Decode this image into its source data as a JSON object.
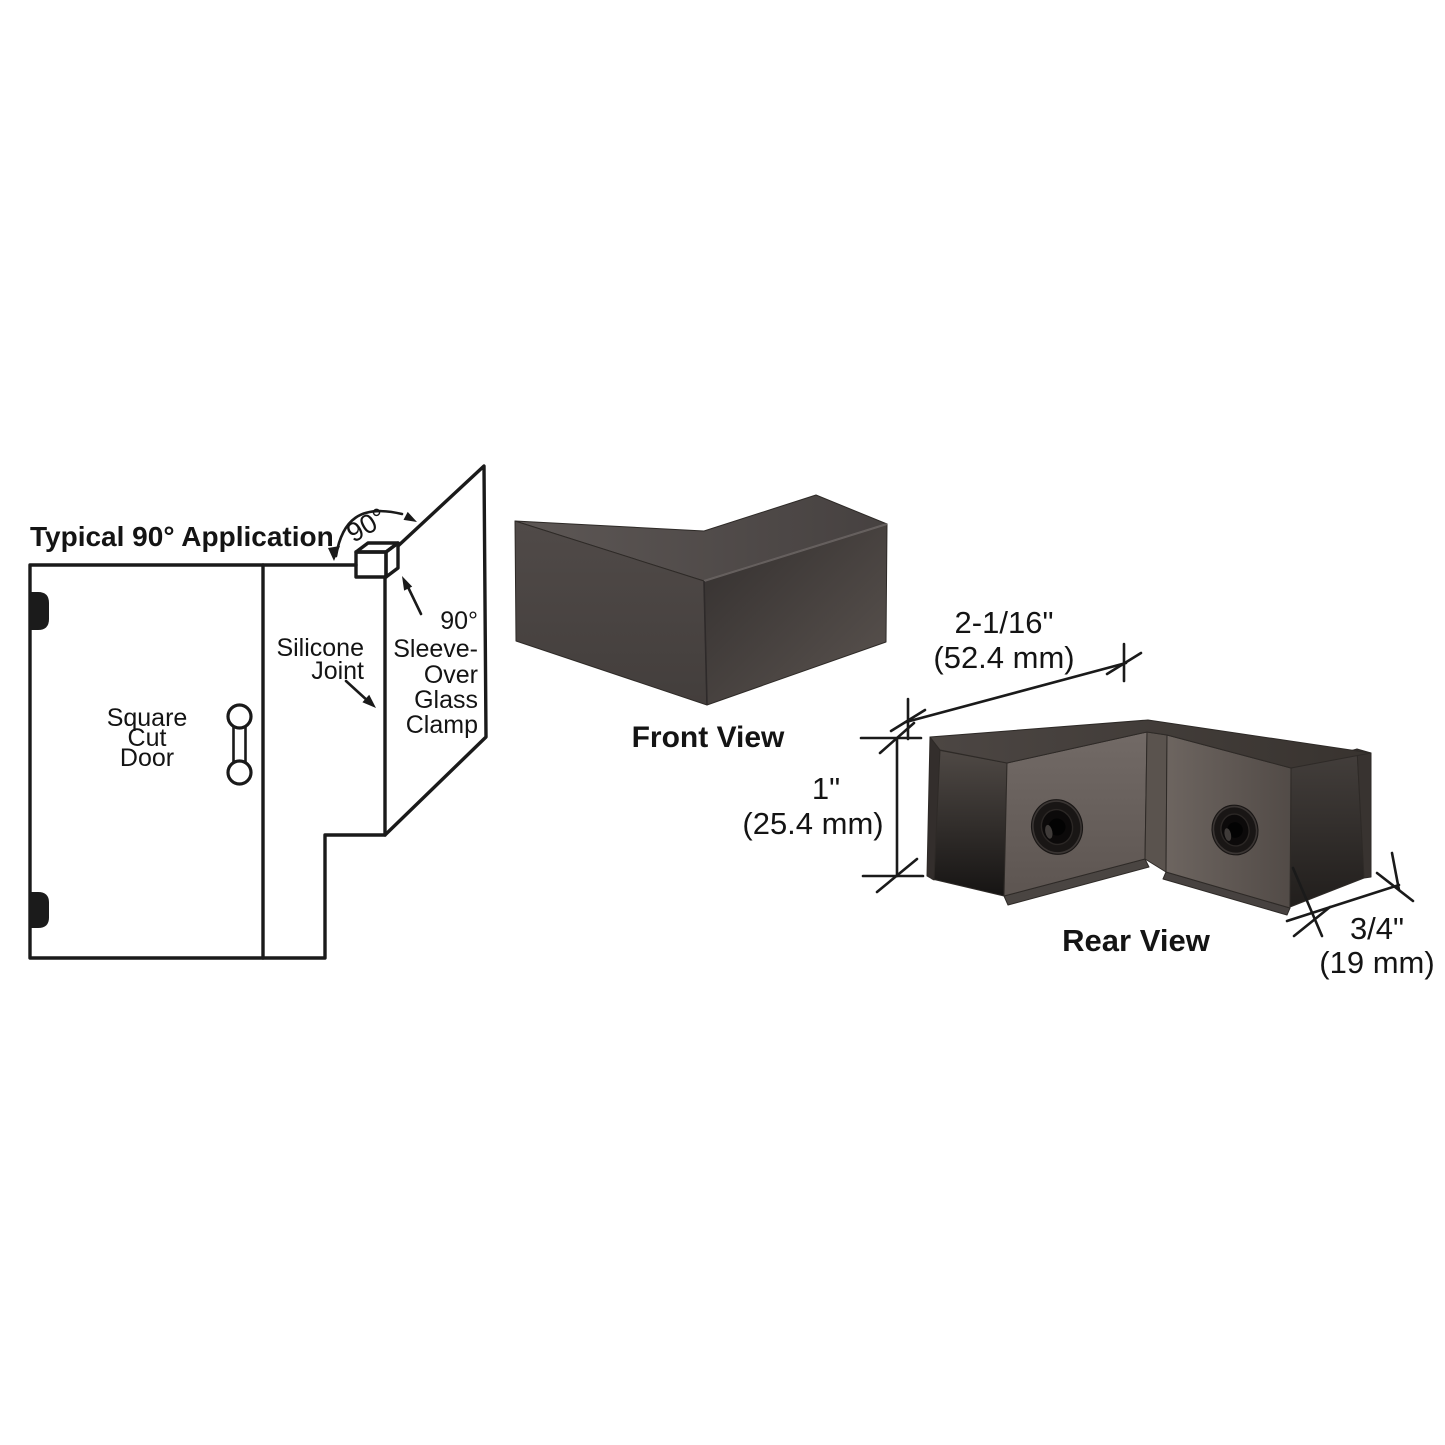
{
  "application": {
    "title": "Typical 90° Application",
    "angle_label": "90°",
    "door_label": [
      "Square",
      "Cut",
      "Door"
    ],
    "joint_label": [
      "Silicone",
      "Joint"
    ],
    "clamp_label": [
      "90°",
      "Sleeve-",
      "Over",
      "Glass",
      "Clamp"
    ]
  },
  "front_view": {
    "caption": "Front View"
  },
  "rear_view": {
    "caption": "Rear View"
  },
  "dimensions": {
    "width_in": "2-1/16\"",
    "width_mm": "(52.4 mm)",
    "height_in": "1\"",
    "height_mm": "(25.4 mm)",
    "depth_in": "3/4\"",
    "depth_mm": "(19 mm)"
  },
  "colors": {
    "background": "#ffffff",
    "line": "#1a1a1a",
    "text": "#141414",
    "front_top_light": "#5d5755",
    "front_top_dark": "#464140",
    "front_left_light": "#504a48",
    "front_left_dark": "#433e3c",
    "front_right_dark": "#332f2e",
    "front_right_light": "#5b5450",
    "rear_top_light": "#4c4643",
    "rear_top_dark": "#38332f",
    "rear_face_light": "#726a66",
    "rear_face_shadow": "#5d5551",
    "rear_face_right": "#6d6560",
    "rear_face_right_dark": "#524b47",
    "rear_face_dark": "#5a534e",
    "channel_light": "#4f4945",
    "channel_dark": "#161413",
    "channel_right_light": "#443f3c",
    "channel_right_dark": "#211e1c",
    "plate_edge": "#332e2c",
    "screw": "#191615"
  }
}
